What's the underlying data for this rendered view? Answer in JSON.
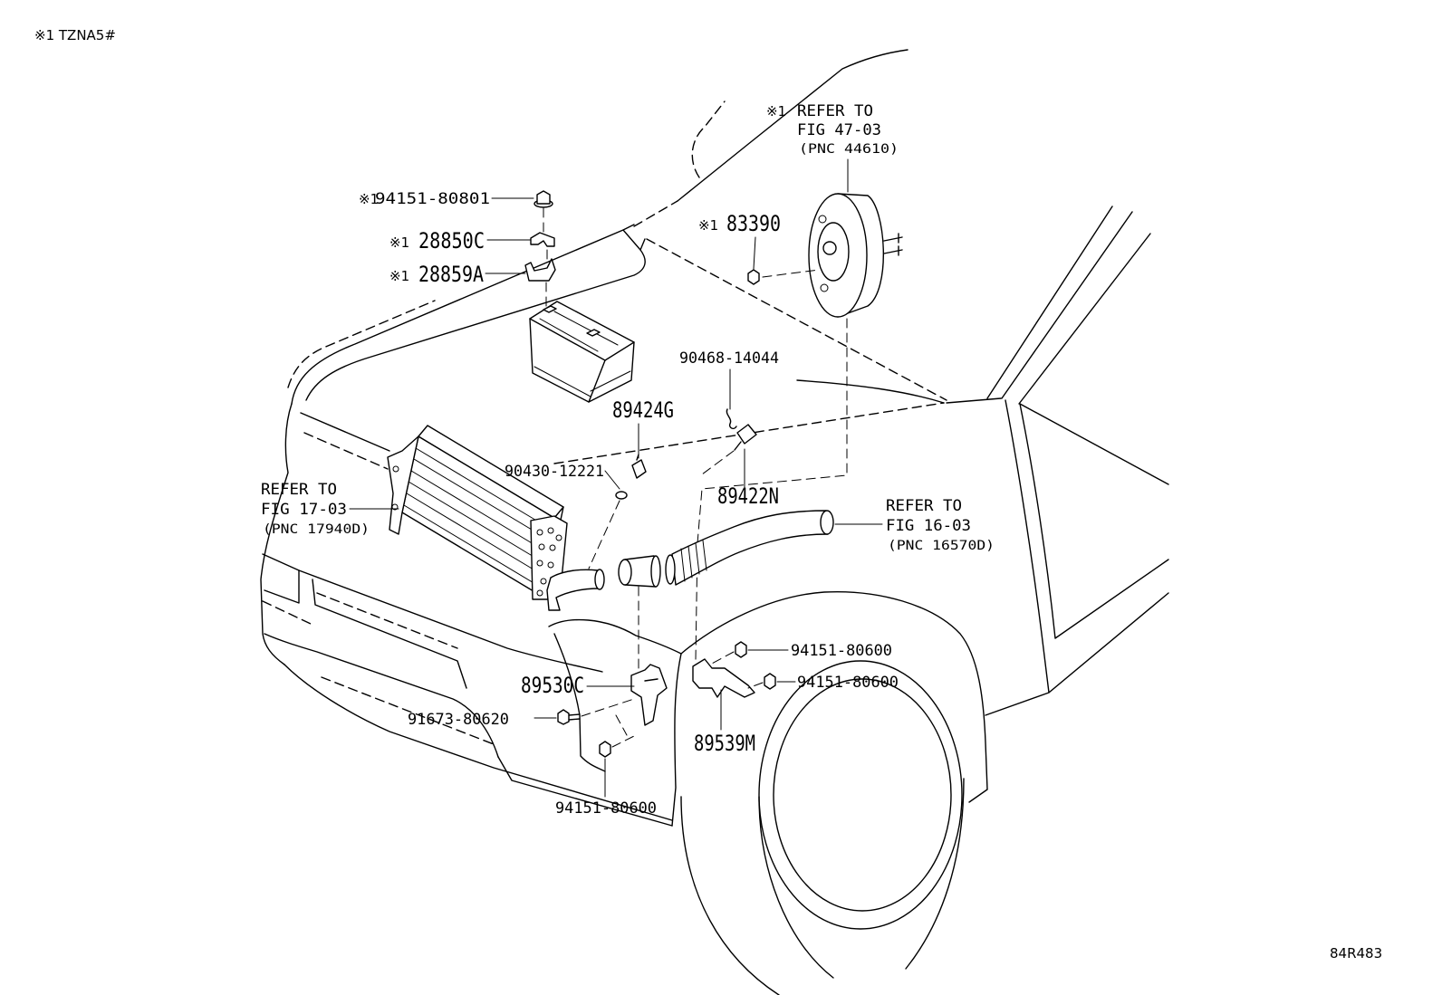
{
  "header": {
    "applicability_note": "※1 TZNA5#"
  },
  "footer": {
    "illustration_code": "84R483"
  },
  "parts": [
    {
      "marker": "※1",
      "number": "94151-80801"
    },
    {
      "marker": "※1",
      "number": "28850C"
    },
    {
      "marker": "※1",
      "number": "28859A"
    },
    {
      "marker": "※1",
      "number": "83390"
    },
    {
      "number": "90468-14044"
    },
    {
      "number": "89424G"
    },
    {
      "number": "90430-12221"
    },
    {
      "number": "89422N"
    },
    {
      "number": "94151-80600"
    },
    {
      "number": "94151-80600"
    },
    {
      "number": "89530C"
    },
    {
      "number": "91673-80620"
    },
    {
      "number": "89539M"
    },
    {
      "number": "94151-80600"
    }
  ],
  "references": [
    {
      "marker": "※1",
      "line1": "REFER TO",
      "line2": "FIG 47-03",
      "line3": "(PNC 44610)"
    },
    {
      "line1": "REFER TO",
      "line2": "FIG 17-03",
      "line3": "(PNC 17940D)"
    },
    {
      "line1": "REFER TO",
      "line2": "FIG 16-03",
      "line3": "(PNC 16570D)"
    }
  ]
}
